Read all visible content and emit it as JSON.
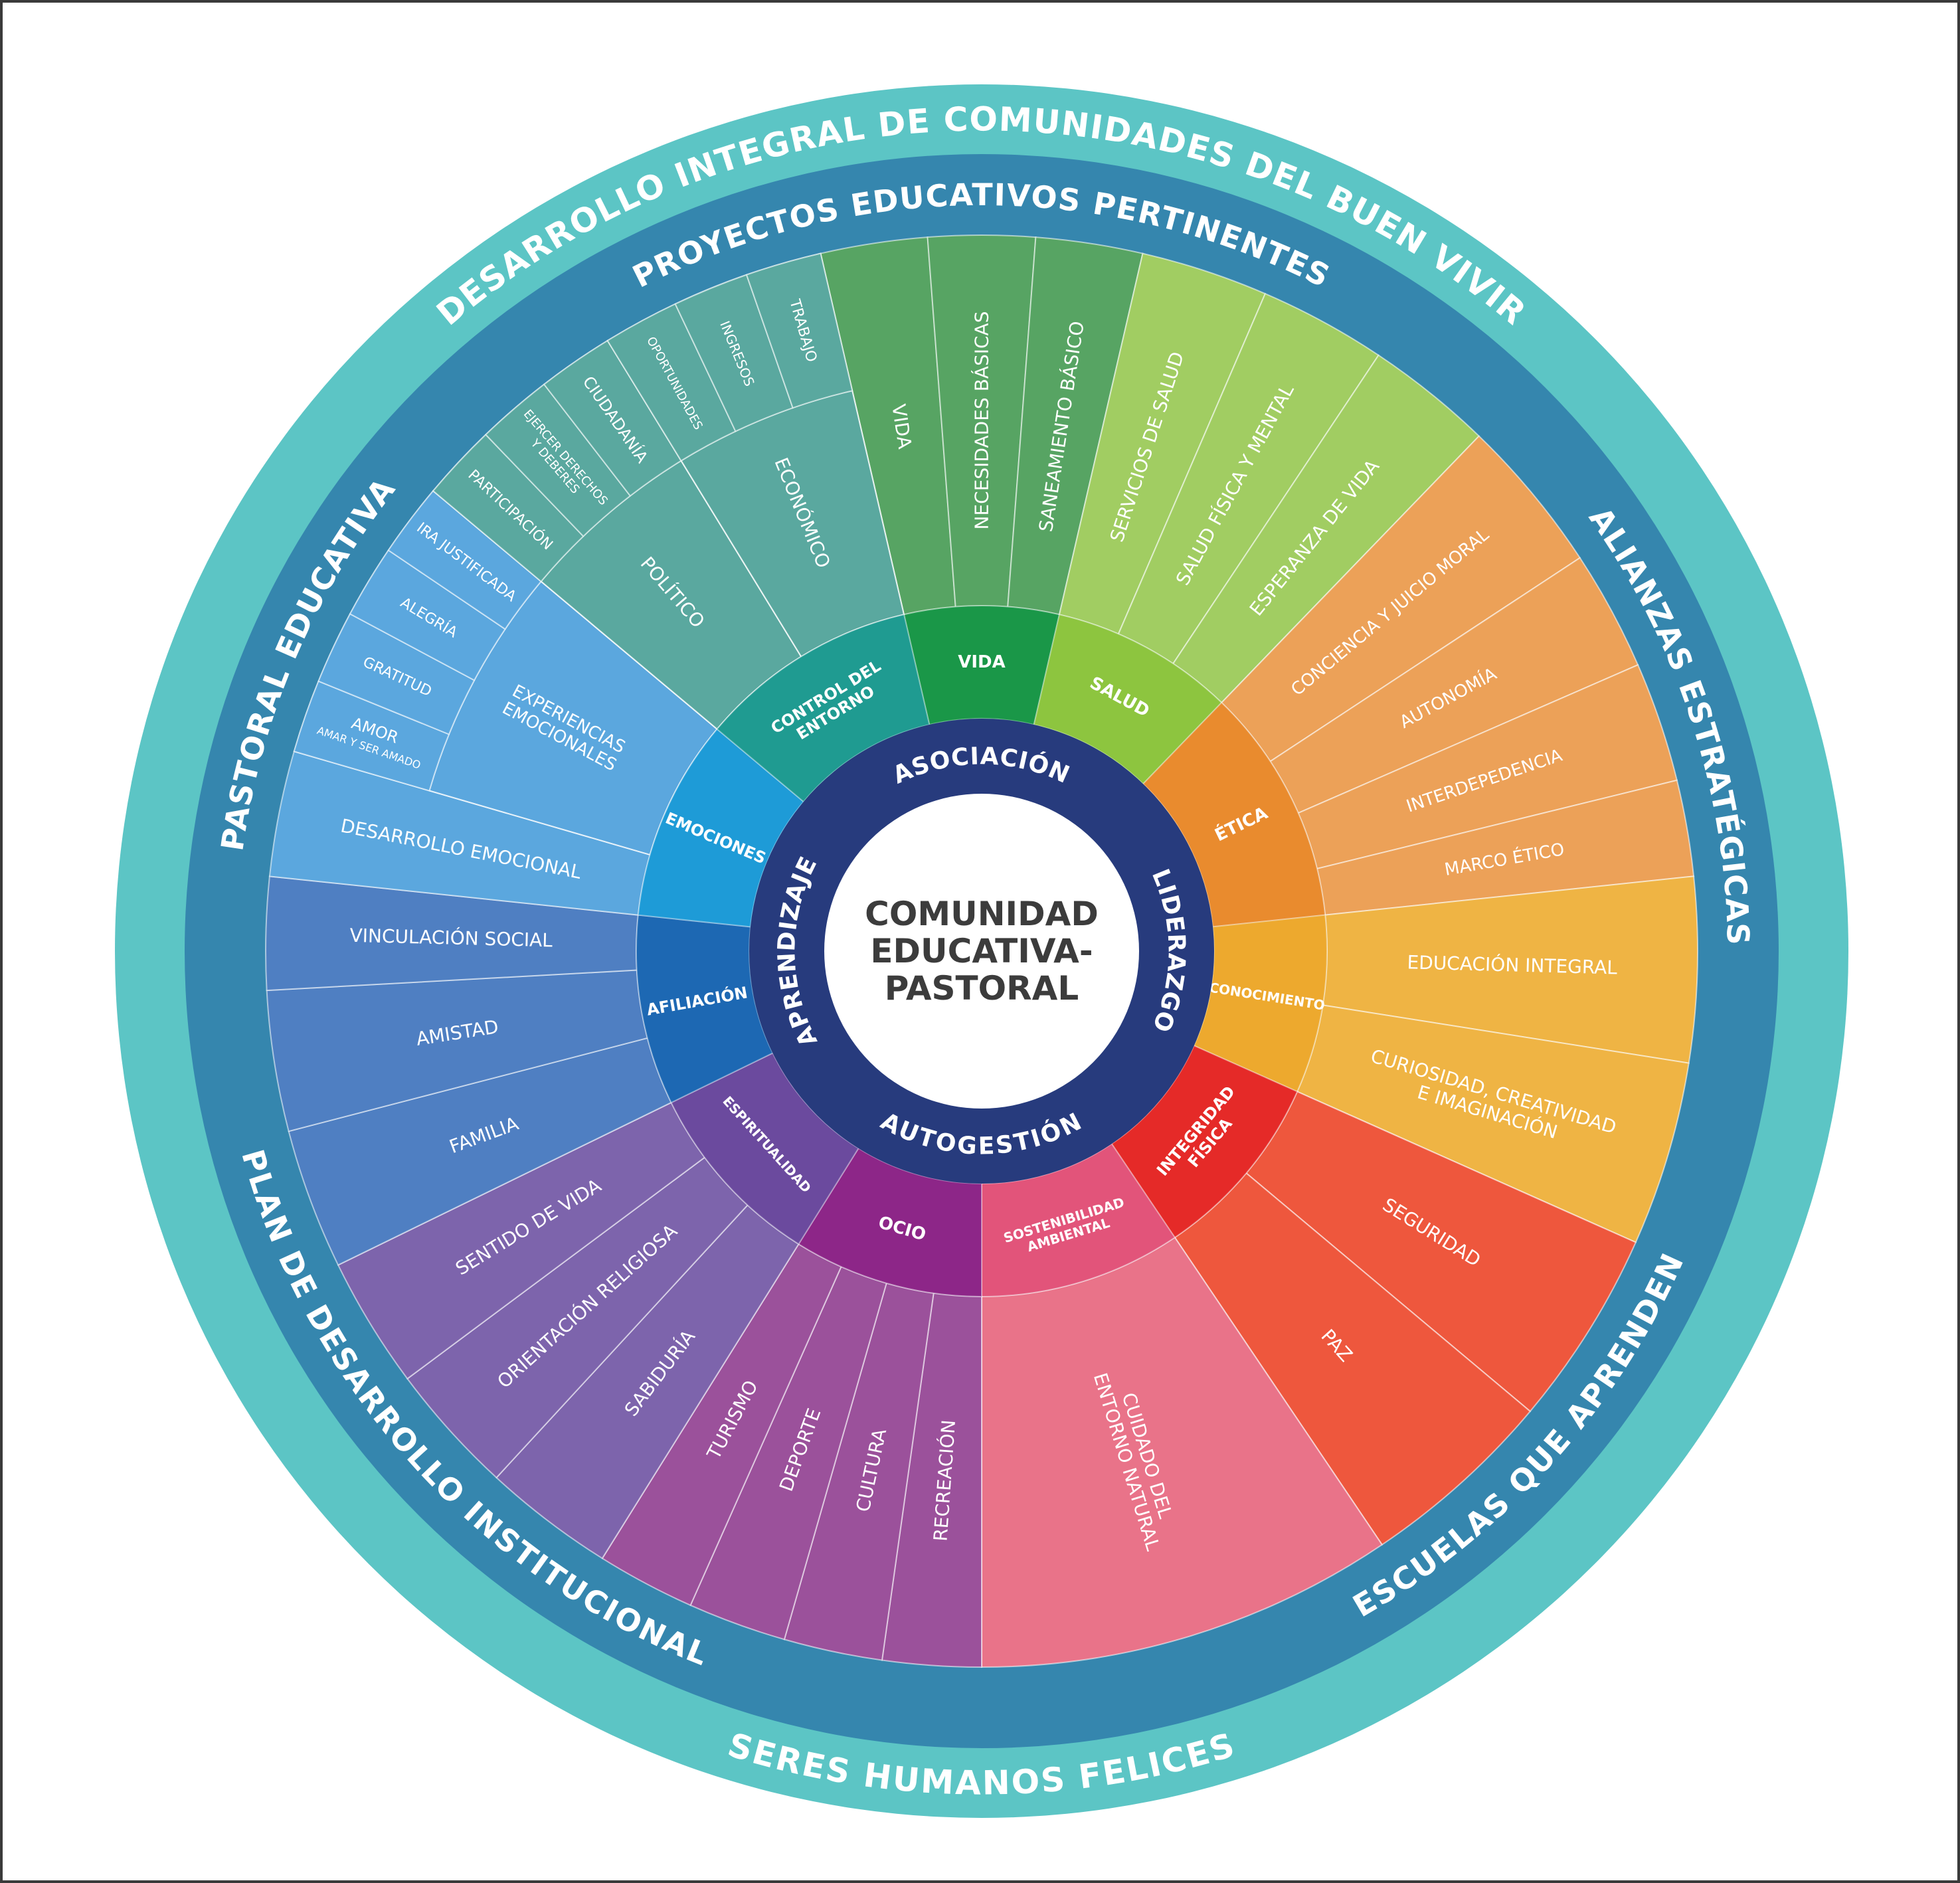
{
  "center": {
    "lines": [
      "COMUNIDAD",
      "EDUCATIVA-",
      "PASTORAL"
    ]
  },
  "colors": {
    "outer_ring": "#5cc5c5",
    "middle_ring": "#3586ae",
    "core_ring": "#273b7d",
    "center": "#ffffff"
  },
  "outer_ring": [
    {
      "label": "DESARROLLO INTEGRAL DE COMUNIDADES DEL BUEN VIVIR",
      "angle": 0,
      "side": "top"
    },
    {
      "label": "SERES HUMANOS FELICES",
      "angle": 180,
      "side": "bottom"
    }
  ],
  "middle_ring": [
    {
      "label": "PROYECTOS EDUCATIVOS PERTINENTES",
      "angle": 0,
      "side": "top"
    },
    {
      "label": "ALIANZAS ESTRATÉGICAS",
      "angle": 72,
      "side": "top"
    },
    {
      "label": "ESCUELAS QUE APRENDEN",
      "angle": 132,
      "side": "bottom"
    },
    {
      "label": "PLAN DE DESARROLLO INSTITUCIONAL",
      "angle": 228,
      "side": "bottom"
    },
    {
      "label": "PASTORAL EDUCATIVA",
      "angle": 293,
      "side": "top"
    }
  ],
  "core_ring": [
    {
      "label": "ASOCIACIÓN",
      "angle": 0,
      "side": "top"
    },
    {
      "label": "LIDERAZGO",
      "angle": 90,
      "side": "top"
    },
    {
      "label": "AUTOGESTIÓN",
      "angle": 180,
      "side": "bottom"
    },
    {
      "label": "APRENDIZAJE",
      "angle": 270,
      "side": "top"
    }
  ],
  "categories": [
    {
      "name": "VIDA",
      "color": "#1a9748",
      "outer": "#57a463",
      "start": -13,
      "end": 13,
      "fs": 26,
      "lines": [
        "VIDA"
      ],
      "items": [
        {
          "lines": [
            "VIDA"
          ],
          "fs": 28,
          "w": 1
        },
        {
          "lines": [
            "NECESIDADES BÁSICAS"
          ],
          "fs": 28,
          "w": 1
        },
        {
          "lines": [
            "SANEAMIENTO BÁSICO"
          ],
          "fs": 28,
          "w": 1
        }
      ]
    },
    {
      "name": "SALUD",
      "color": "#8dc53f",
      "outer": "#a1cd62",
      "start": 13,
      "end": 44,
      "fs": 26,
      "lines": [
        "SALUD"
      ],
      "items": [
        {
          "lines": [
            "SERVICIOS DE SALUD"
          ],
          "fs": 28,
          "w": 1
        },
        {
          "lines": [
            "SALUD FÍSICA Y MENTAL"
          ],
          "fs": 28,
          "w": 1
        },
        {
          "lines": [
            "ESPERANZA DE VIDA"
          ],
          "fs": 28,
          "w": 1
        }
      ]
    },
    {
      "name": "ÉTICA",
      "color": "#e98b2e",
      "outer": "#eca158",
      "start": 44,
      "end": 84,
      "fs": 26,
      "lines": [
        "ÉTICA"
      ],
      "items": [
        {
          "lines": [
            "CONCIENCIA Y JUICIO MORAL"
          ],
          "fs": 26,
          "w": 1.3
        },
        {
          "lines": [
            "AUTONOMÍA"
          ],
          "fs": 26,
          "w": 1
        },
        {
          "lines": [
            "INTERDEPEDENCIA"
          ],
          "fs": 26,
          "w": 1
        },
        {
          "lines": [
            "MARCO ÉTICO"
          ],
          "fs": 26,
          "w": 0.8
        }
      ]
    },
    {
      "name": "CONOCIMIENTO",
      "color": "#eda92e",
      "outer": "#efb444",
      "start": 84,
      "end": 114,
      "fs": 20,
      "lines": [
        "CONOCIMIENTO"
      ],
      "items": [
        {
          "lines": [
            "EDUCACIÓN INTEGRAL"
          ],
          "fs": 28,
          "w": 1
        },
        {
          "lines": [
            "CURIOSIDAD, CREATIVIDAD",
            "E IMAGINACIÓN"
          ],
          "fs": 28,
          "w": 1
        }
      ]
    },
    {
      "name": "INTEGRIDAD FÍSICA",
      "color": "#e52a28",
      "outer": "#ee573d",
      "start": 114,
      "end": 146,
      "fs": 24,
      "lines": [
        "INTEGRIDAD",
        "FÍSICA"
      ],
      "items": [
        {
          "lines": [
            "SEGURIDAD"
          ],
          "fs": 28,
          "w": 1
        },
        {
          "lines": [
            "PAZ"
          ],
          "fs": 28,
          "w": 1
        }
      ]
    },
    {
      "name": "SOSTENIBILIDAD AMBIENTAL",
      "color": "#e2547a",
      "outer": "#e97389",
      "start": 146,
      "end": 180,
      "fs": 20,
      "lines": [
        "SOSTENIBILIDAD",
        "AMBIENTAL"
      ],
      "items": [
        {
          "lines": [
            "CUIDADO DEL",
            "ENTORNO NATURAL"
          ],
          "fs": 28,
          "w": 1
        }
      ]
    },
    {
      "name": "OCIO",
      "color": "#8d2688",
      "outer": "#9b519b",
      "start": 180,
      "end": 212,
      "fs": 26,
      "lines": [
        "OCIO"
      ],
      "items": [
        {
          "lines": [
            "RECREACIÓN"
          ],
          "fs": 28,
          "w": 1
        },
        {
          "lines": [
            "CULTURA"
          ],
          "fs": 28,
          "w": 1
        },
        {
          "lines": [
            "DEPORTE"
          ],
          "fs": 28,
          "w": 1
        },
        {
          "lines": [
            "TURISMO"
          ],
          "fs": 28,
          "w": 1
        }
      ]
    },
    {
      "name": "ESPIRITUALIDAD",
      "color": "#6b4a9e",
      "outer": "#7d64ac",
      "start": 212,
      "end": 244,
      "fs": 20,
      "lines": [
        "ESPIRITUALIDAD"
      ],
      "items": [
        {
          "lines": [
            "SABIDURÍA"
          ],
          "fs": 28,
          "w": 1
        },
        {
          "lines": [
            "ORIENTACIÓN RELIGIOSA"
          ],
          "fs": 28,
          "w": 1
        },
        {
          "lines": [
            "SENTIDO DE VIDA"
          ],
          "fs": 28,
          "w": 1
        }
      ]
    },
    {
      "name": "AFILIACIÓN",
      "color": "#1d68b3",
      "outer": "#4f7fc2",
      "start": 244,
      "end": 276,
      "fs": 24,
      "lines": [
        "AFILIACIÓN"
      ],
      "items": [
        {
          "lines": [
            "FAMILIA"
          ],
          "fs": 28,
          "w": 1
        },
        {
          "lines": [
            "AMISTAD"
          ],
          "fs": 28,
          "w": 1
        },
        {
          "lines": [
            "VINCULACIÓN SOCIAL"
          ],
          "fs": 28,
          "w": 0.8
        }
      ]
    },
    {
      "name": "EMOCIONES",
      "color": "#1e9bd7",
      "outer": "#5ba7de",
      "start": 276,
      "end": 310,
      "fs": 24,
      "lines": [
        "EMOCIONES"
      ],
      "items": [
        {
          "lines": [
            "DESARROLLO EMOCIONAL"
          ],
          "fs": 28,
          "w": 1.2
        },
        {
          "lines": [
            "EXPERIENCIAS",
            "EMOCIONALES"
          ],
          "fs": 26,
          "w": 2.8,
          "r1": 0.62,
          "subs": [
            {
              "lines": [
                "AMOR",
                "AMAR Y SER AMADO"
              ],
              "fs": 24,
              "fs2": 16,
              "w": 1
            },
            {
              "lines": [
                "GRATITUD"
              ],
              "fs": 22,
              "w": 1
            },
            {
              "lines": [
                "ALEGRÍA"
              ],
              "fs": 22,
              "w": 1
            },
            {
              "lines": [
                "IRA JUSTIFICADA"
              ],
              "fs": 22,
              "w": 1
            }
          ]
        }
      ]
    },
    {
      "name": "CONTROL DEL ENTORNO",
      "color": "#1f9b91",
      "outer": "#5aa89f",
      "start": 310,
      "end": 347,
      "fs": 24,
      "lines": [
        "CONTROL DEL",
        "ENTORNO"
      ],
      "items": [
        {
          "lines": [
            "POLÍTICO"
          ],
          "fs": 28,
          "w": 1,
          "r1": 0.62,
          "subs": [
            {
              "lines": [
                "PARTICIPACIÓN"
              ],
              "fs": 22,
              "w": 1
            },
            {
              "lines": [
                "EJERCER DERECHOS",
                "Y DEBERES"
              ],
              "fs": 18,
              "w": 1
            },
            {
              "lines": [
                "CIUDADANÍA"
              ],
              "fs": 24,
              "w": 1
            }
          ]
        },
        {
          "lines": [
            "ECONÓMICO"
          ],
          "fs": 28,
          "w": 1,
          "r1": 0.62,
          "subs": [
            {
              "lines": [
                "OPORTUNIDADES"
              ],
              "fs": 18,
              "w": 1
            },
            {
              "lines": [
                "INGRESOS"
              ],
              "fs": 20,
              "w": 1
            },
            {
              "lines": [
                "TRABAJO"
              ],
              "fs": 22,
              "w": 1
            }
          ]
        }
      ]
    }
  ]
}
